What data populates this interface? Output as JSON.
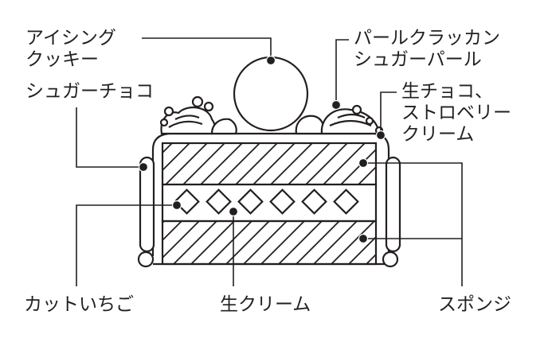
{
  "labels": {
    "icing_cookie": [
      "アイシング",
      "クッキー"
    ],
    "pearl_cracker": [
      "パールクラッカン",
      "シュガーパール"
    ],
    "sugar_choco": "シュガーチョコ",
    "fresh_choco": [
      "生チョコ、",
      "ストロベリー",
      "クリーム"
    ],
    "cut_strawberry": "カットいちご",
    "fresh_cream": "生クリーム",
    "sponge": "スポンジ"
  },
  "colors": {
    "line": "#231f20",
    "background": "#ffffff"
  }
}
